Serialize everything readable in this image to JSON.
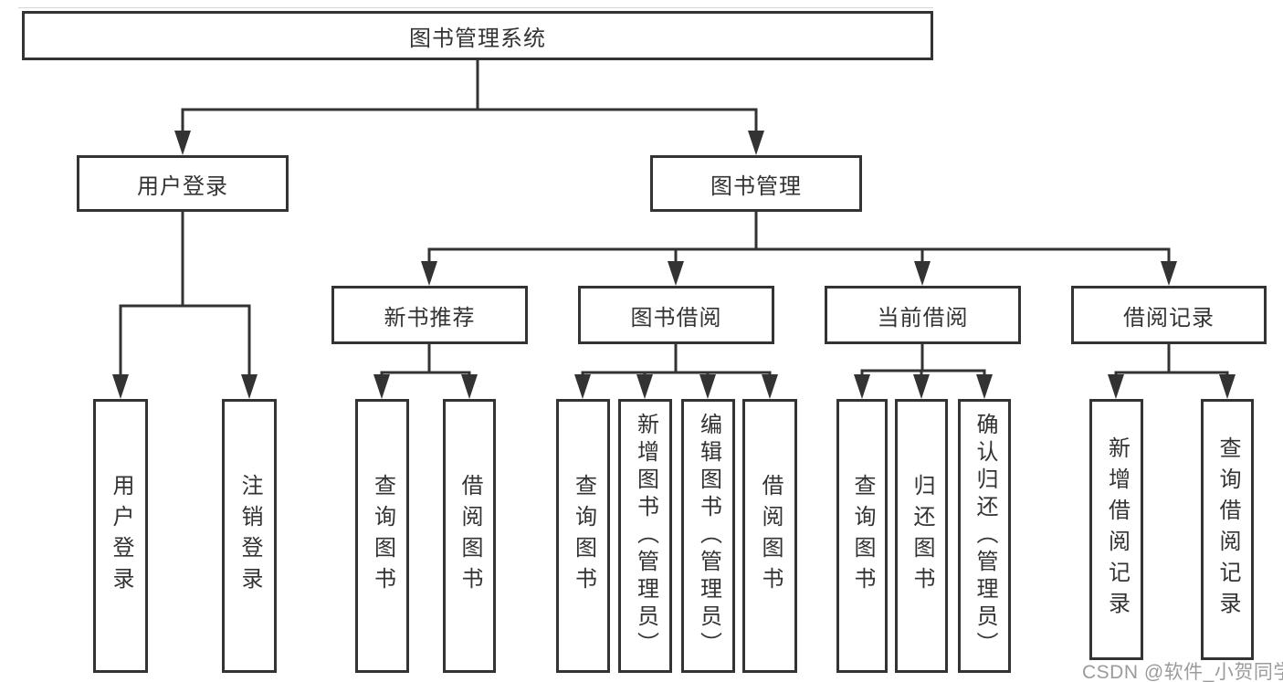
{
  "diagram": {
    "root": {
      "label": "图书管理系统"
    },
    "level2": [
      {
        "label": "用户登录"
      },
      {
        "label": "图书管理"
      }
    ],
    "level3": [
      {
        "label": "新书推荐",
        "parent": "图书管理"
      },
      {
        "label": "图书借阅",
        "parent": "图书管理"
      },
      {
        "label": "当前借阅",
        "parent": "图书管理"
      },
      {
        "label": "借阅记录",
        "parent": "图书管理"
      }
    ],
    "leaves": [
      {
        "label": "用户登录",
        "parent": "用户登录"
      },
      {
        "label": "注销登录",
        "parent": "用户登录"
      },
      {
        "label": "查询图书",
        "parent": "新书推荐"
      },
      {
        "label": "借阅图书",
        "parent": "新书推荐"
      },
      {
        "label": "查询图书",
        "parent": "图书借阅"
      },
      {
        "label": "新增图书（管理员）",
        "parent": "图书借阅"
      },
      {
        "label": "编辑图书（管理员）",
        "parent": "图书借阅"
      },
      {
        "label": "借阅图书",
        "parent": "图书借阅"
      },
      {
        "label": "查询图书",
        "parent": "当前借阅"
      },
      {
        "label": "归还图书",
        "parent": "当前借阅"
      },
      {
        "label": "确认归还（管理员）",
        "parent": "当前借阅"
      },
      {
        "label": "新增借阅记录",
        "parent": "借阅记录"
      },
      {
        "label": "查询借阅记录",
        "parent": "借阅记录"
      }
    ]
  },
  "watermark": {
    "text": "CSDN @软件_小贺同学"
  },
  "colors": {
    "line": "#333333",
    "text": "#333333",
    "box_background": "#ffffff",
    "watermark": "#9b9b9b",
    "background": "#ffffff"
  }
}
